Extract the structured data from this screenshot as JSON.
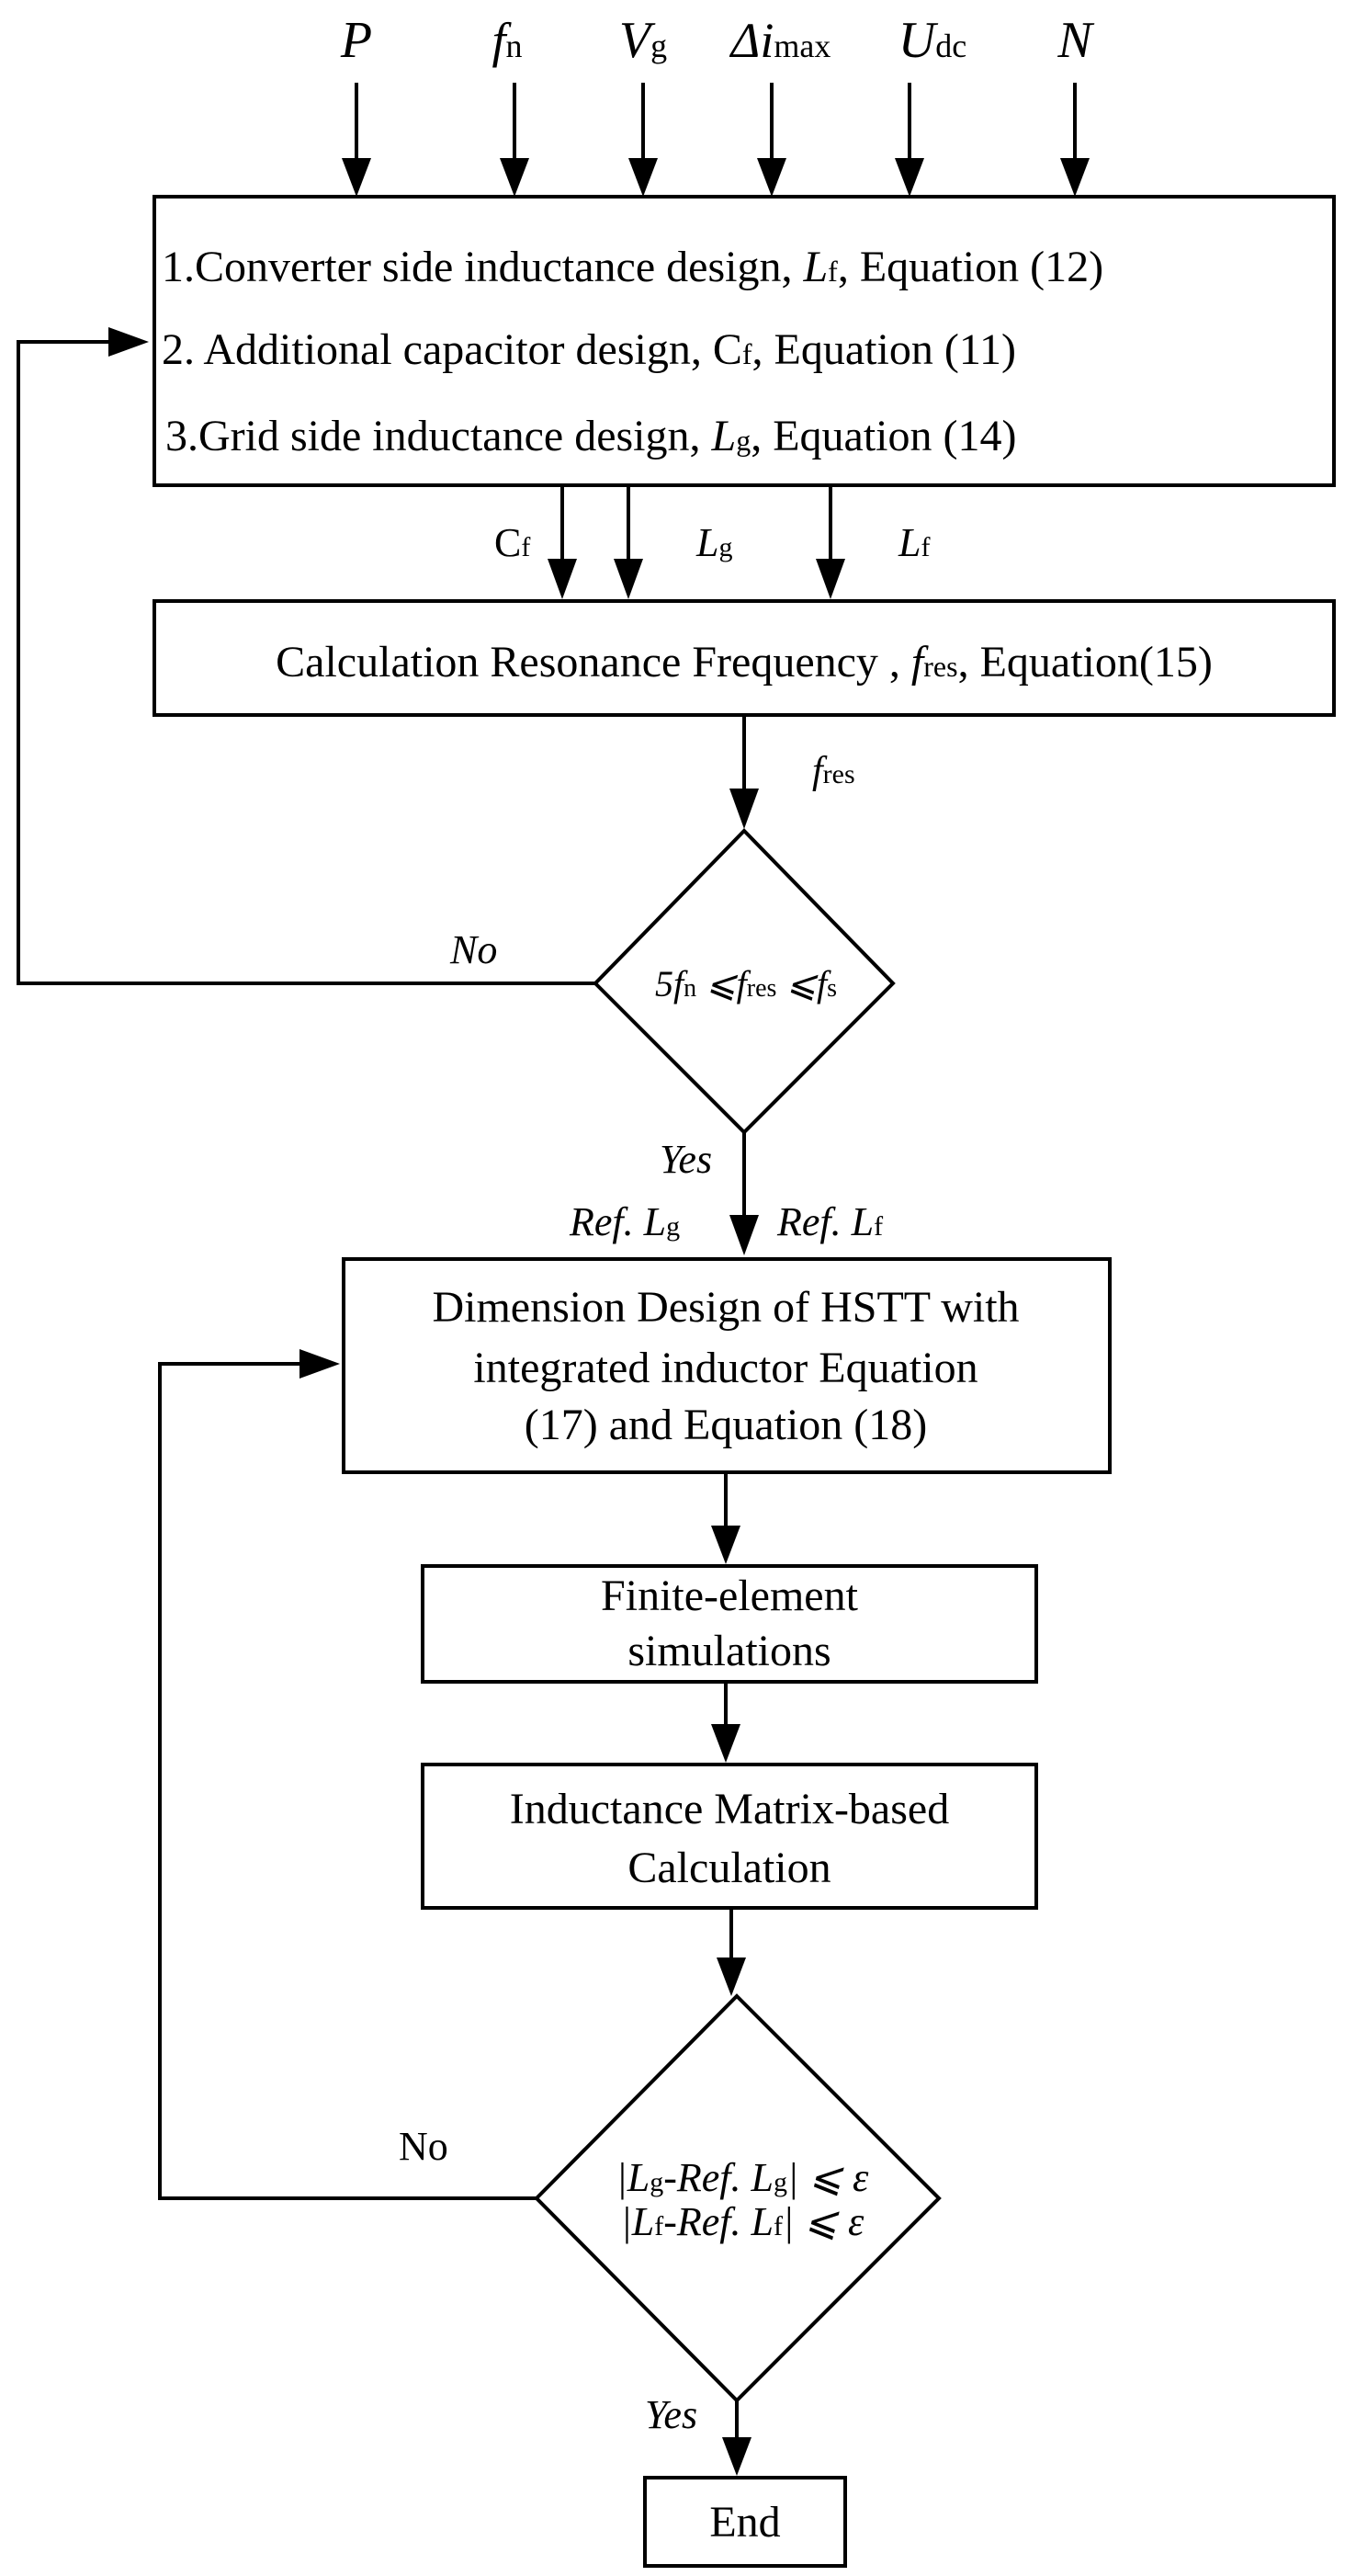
{
  "inputs": {
    "p": "P",
    "fn_main": "f",
    "fn_sub": "n",
    "vg_main": "V",
    "vg_sub": "g",
    "di_main": "Δi",
    "di_sub": "max",
    "udc_main": "U",
    "udc_sub": "dc",
    "n": "N"
  },
  "box1": {
    "line1_a": "1.Converter side inductance design, ",
    "line1_sym": "L",
    "line1_sub": "f",
    "line1_b": ", Equation (12)",
    "line2_a": "2. Additional capacitor design, C",
    "line2_sub": "f",
    "line2_b": ", Equation (11)",
    "line3_a": "3.Grid side inductance design, ",
    "line3_sym": "L",
    "line3_sub": "g",
    "line3_b": ", Equation (14)"
  },
  "mid_labels": {
    "cf_main": "C",
    "cf_sub": "f",
    "lg_main": "L",
    "lg_sub": "g",
    "lf_main": "L",
    "lf_sub": "f"
  },
  "box2": {
    "text_a": "Calculation Resonance Frequency , ",
    "sym": "f",
    "sub": "res",
    "text_b": ", Equation(15)"
  },
  "fres_label": {
    "main": "f",
    "sub": "res"
  },
  "decision1": {
    "c1": "5f",
    "s1": "n",
    "c2": " ⩽f",
    "s2": "res",
    "c3": " ⩽f",
    "s3": "s",
    "no": "No",
    "yes": "Yes"
  },
  "ref_labels": {
    "refg_a": "Ref. L",
    "refg_sub": "g",
    "reff_a": "Ref. L",
    "reff_sub": "f"
  },
  "box3": {
    "line1": "Dimension Design of HSTT with",
    "line2": "integrated inductor Equation",
    "line3": "(17) and  Equation (18)"
  },
  "box4": {
    "line1": "Finite-element",
    "line2": "simulations"
  },
  "box5": {
    "line1": "Inductance Matrix-based",
    "line2": "Calculation"
  },
  "decision2": {
    "r1_a": "|L",
    "r1_s1": "g",
    "r1_b": "-Ref. L",
    "r1_s2": "g",
    "r1_c": "| ⩽ ε",
    "r2_a": "|L",
    "r2_s1": "f",
    "r2_b": "-Ref. L",
    "r2_s2": "f",
    "r2_c": "| ⩽ ε",
    "no": "No",
    "yes": "Yes"
  },
  "end": {
    "label": "End"
  }
}
